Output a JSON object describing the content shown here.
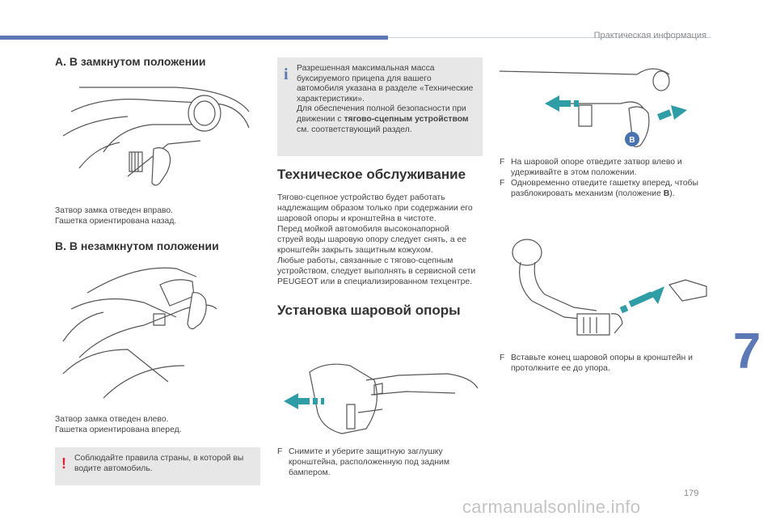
{
  "header": {
    "title": "Практическая информация"
  },
  "chapter": "7",
  "page_number": "179",
  "watermark": "carmanualsonline.info",
  "section_a": {
    "heading": "A. В замкнутом положении",
    "caption_1": "Затвор замка отведен вправо.",
    "caption_2": "Гашетка ориентирована назад."
  },
  "section_b": {
    "heading": "B. В незамкнутом положении",
    "caption_1": "Затвор замка отведен влево.",
    "caption_2": "Гашетка ориентирована вперед."
  },
  "warning": {
    "icon": "warning-exclamation-icon",
    "color": "#e0232f",
    "line1": "Соблюдайте правила страны, в которой вы",
    "line2": "водите автомобиль."
  },
  "info": {
    "icon": "info-i-icon",
    "color": "#5c79b5",
    "lines": [
      "Разрешенная максимальная масса",
      "буксируемого прицепа для вашего",
      "автомобиля указана в разделе «Технические",
      "характеристики».",
      "Для обеспечения полной безопасности при"
    ],
    "line6_pre": "движении с ",
    "line6_bold": "тягово-сцепным устройством",
    "line7": "см. соответствующий раздел."
  },
  "maintenance": {
    "heading": "Техническое обслуживание",
    "lines": [
      "Тягово-сцепное устройство будет работать",
      "надлежащим образом только при содержании его",
      "шаровой опоры и кронштейна в чистоте.",
      "Перед мойкой автомобиля высоконапорной",
      "струей воды шаровую опору следует снять, а ее",
      "кронштейн закрыть защитным кожухом.",
      "Любые работы, связанные с тягово-сцепным",
      "устройством, следует выполнять в сервисной сети",
      "PEUGEOT или в специализированном техцентре."
    ]
  },
  "install": {
    "heading": "Установка шаровой опоры",
    "step1_lines": [
      "Снимите и уберите защитную заглушку",
      "кронштейна, расположенную под задним",
      "бампером."
    ]
  },
  "right_col": {
    "label_b": "B",
    "step1_lines": [
      "На шаровой опоре отведите затвор влево и",
      "удерживайте в этом положении."
    ],
    "step2_lines": [
      "Одновременно отведите гашетку вперед, чтобы",
      "разблокировать механизм (положение "
    ],
    "step2_bold": "B",
    "step2_end": ").",
    "step3_lines": [
      "Вставьте конец шаровой опоры в кронштейн и",
      "протолкните ее до упора."
    ]
  },
  "bullet_glyph": "F"
}
